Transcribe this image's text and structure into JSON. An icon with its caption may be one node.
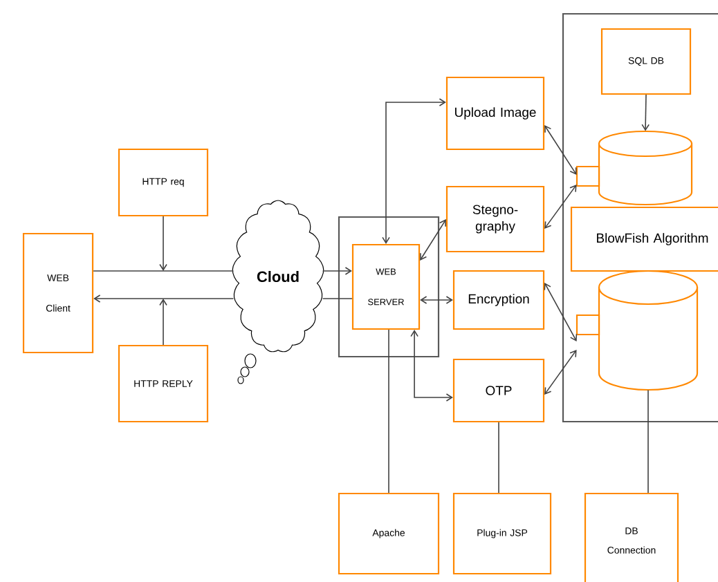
{
  "diagram": {
    "nodes": [
      {
        "text": [
          "WEB Client"
        ]
      },
      {
        "text": [
          "HTTP req"
        ]
      },
      {
        "text": [
          "HTTP REPLY"
        ]
      },
      {
        "text": [
          "Cloud"
        ]
      },
      {
        "text": [],
        "shape": "box"
      },
      {
        "text": [
          "WEB SERVER"
        ],
        "in": 4
      },
      {
        "text": [
          "Upload Image"
        ]
      },
      {
        "text": [
          "Stegno- graphy"
        ]
      },
      {
        "text": [
          "Encryption"
        ]
      },
      {
        "text": [
          "OTP"
        ]
      },
      {
        "text": [],
        "shape": "box"
      },
      {
        "text": [
          "SQL DB"
        ],
        "in": 10
      },
      {
        "text": [],
        "shape": "cylinder",
        "in": 10
      },
      {
        "text": [
          "BlowFish Algorithm"
        ],
        "in": 10
      },
      {
        "text": [],
        "shape": "cylinder",
        "in": 10
      },
      {
        "text": [
          "Apache"
        ]
      },
      {
        "text": [
          "Plug-in JSP"
        ]
      },
      {
        "text": [
          "DB Connection"
        ]
      }
    ],
    "edges": [
      {
        "from": 0,
        "to": 3,
        "arrow": "none"
      },
      {
        "from": 3,
        "to": 5,
        "arrow": "to"
      },
      {
        "from": 5,
        "to": 3,
        "arrow": "none"
      },
      {
        "from": 3,
        "to": 0,
        "arrow": "to"
      },
      {
        "from": 1,
        "to": null,
        "arrow": "to"
      },
      {
        "from": 2,
        "to": null,
        "arrow": "to"
      },
      {
        "from": 5,
        "to": 6,
        "arrow": "both"
      },
      {
        "from": 5,
        "to": 7,
        "arrow": "both"
      },
      {
        "from": 5,
        "to": 8,
        "arrow": "both"
      },
      {
        "from": 5,
        "to": 9,
        "arrow": "both"
      },
      {
        "from": 6,
        "to": 12,
        "arrow": "both"
      },
      {
        "from": 7,
        "to": 12,
        "arrow": "both"
      },
      {
        "from": 8,
        "to": 14,
        "arrow": "both"
      },
      {
        "from": 9,
        "to": 14,
        "arrow": "both"
      },
      {
        "from": 11,
        "to": 12,
        "arrow": "to"
      },
      {
        "from": 5,
        "to": 15,
        "arrow": "none"
      },
      {
        "from": 9,
        "to": 16,
        "arrow": "none"
      },
      {
        "from": 14,
        "to": 17,
        "arrow": "none"
      }
    ]
  }
}
